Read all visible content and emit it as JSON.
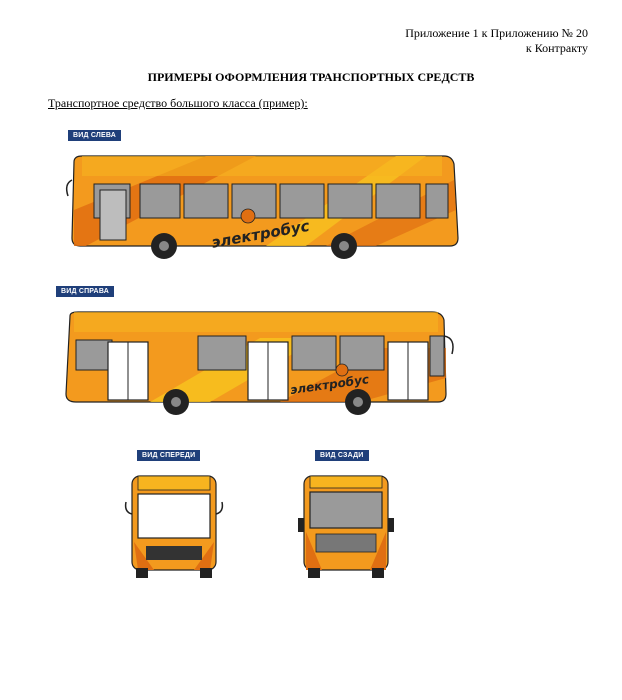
{
  "header": {
    "line1": "Приложение 1 к Приложению № 20",
    "line2": "к Контракту"
  },
  "title": "ПРИМЕРЫ ОФОРМЛЕНИЯ ТРАНСПОРТНЫХ СРЕДСТВ",
  "subtitle": "Транспортное средство большого класса (пример):",
  "views": {
    "left": "ВИД СЛЕВА",
    "right": "ВИД СПРАВА",
    "front": "ВИД СПЕРЕДИ",
    "rear": "ВИД СЗАДИ"
  },
  "brand_text": "электробус",
  "colors": {
    "orange": "#f39a1e",
    "dark_orange": "#e06f12",
    "yellow": "#f7c21f",
    "window": "#9a9a9a",
    "outline": "#222222",
    "label_bg": "#1f3f7a"
  }
}
